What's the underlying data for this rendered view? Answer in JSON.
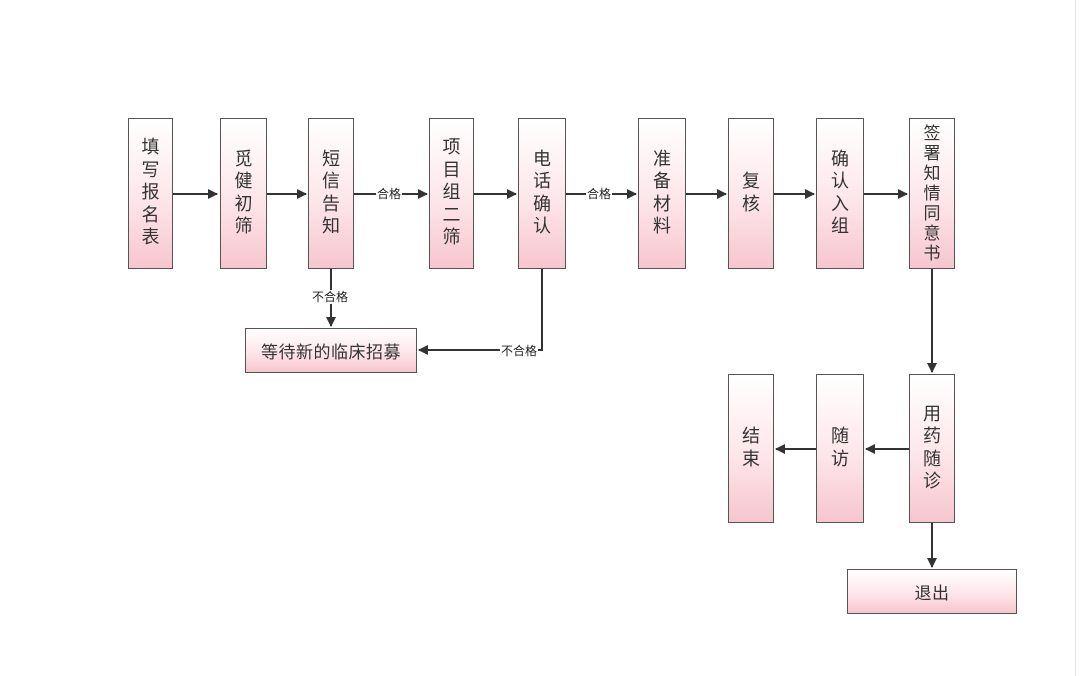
{
  "diagram": {
    "nodes": {
      "fill_form": "填写报名表",
      "screening": "觅健初筛",
      "sms_notice": "短信告知",
      "project_screen": "项目组二筛",
      "phone_confirm": "电话确认",
      "prepare_materials": "准备材料",
      "review": "复核",
      "confirm_enroll": "确认入组",
      "sign_consent": "签署知情同意书",
      "wait_recruit": "等待新的临床招募",
      "medication_followup": "用药随诊",
      "followup": "随访",
      "end": "结束",
      "exit": "退出"
    },
    "edge_labels": {
      "pass_1": "合格",
      "pass_2": "合格",
      "fail_1": "不合格",
      "fail_2": "不合格"
    }
  },
  "colors": {
    "node_border": "#555555",
    "node_fill_top": "#ffffff",
    "node_fill_bottom": "#f7c6cf",
    "arrow": "#333333",
    "text": "#333333"
  }
}
